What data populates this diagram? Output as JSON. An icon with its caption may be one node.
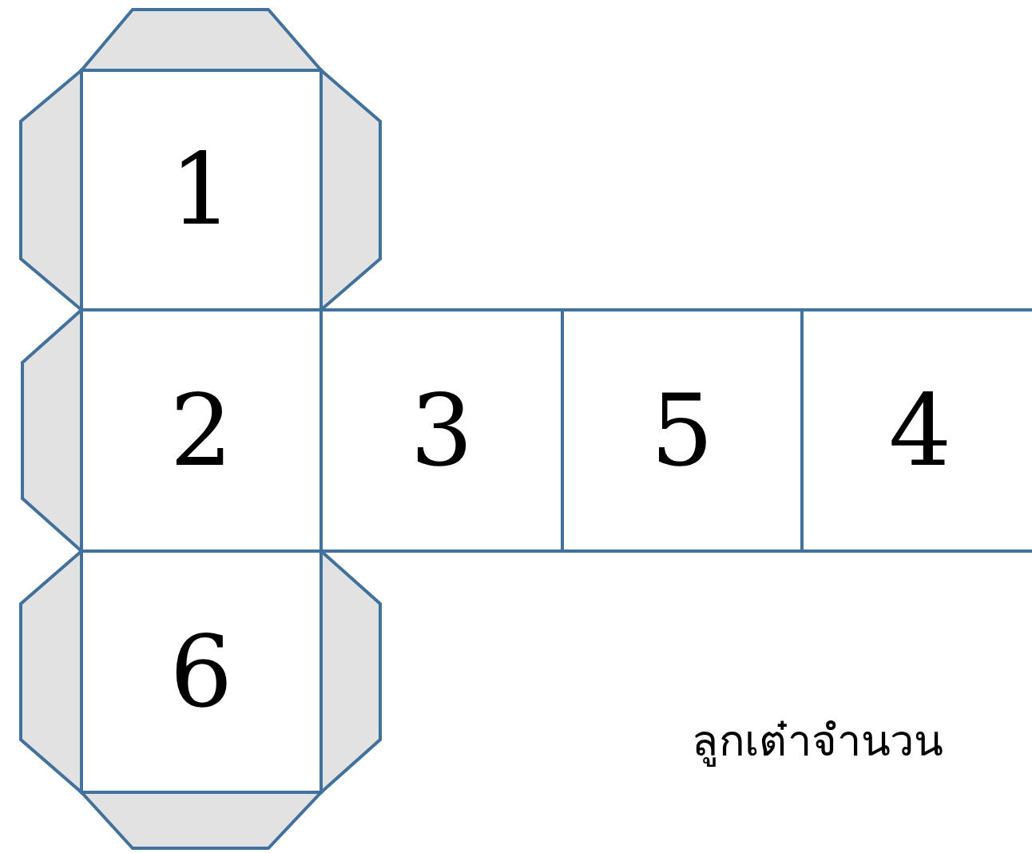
{
  "diagram": {
    "nodes": [
      {
        "text": [
          "1"
        ]
      },
      {
        "text": [
          "2"
        ]
      },
      {
        "text": [
          "3"
        ]
      },
      {
        "text": [
          "5"
        ]
      },
      {
        "text": [
          "4"
        ]
      },
      {
        "text": [
          "6"
        ]
      }
    ],
    "labels": [
      "ลูกเต๋าจำนวน"
    ]
  }
}
